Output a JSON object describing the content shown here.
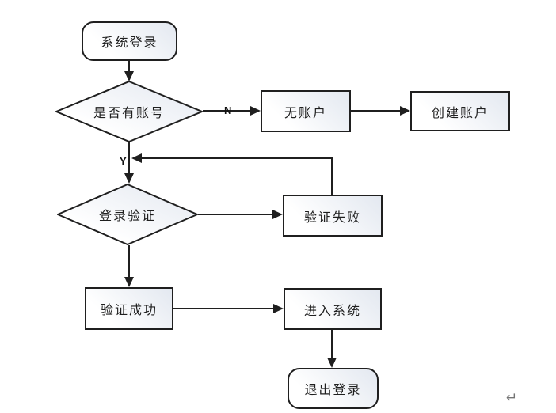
{
  "diagram": {
    "type": "flowchart",
    "nodes": {
      "start": {
        "label": "系统登录",
        "shape": "terminator"
      },
      "has_account": {
        "label": "是否有账号",
        "shape": "decision"
      },
      "no_account": {
        "label": "无账户",
        "shape": "process"
      },
      "create_account": {
        "label": "创建账户",
        "shape": "process"
      },
      "login_verify": {
        "label": "登录验证",
        "shape": "decision"
      },
      "verify_fail": {
        "label": "验证失败",
        "shape": "process"
      },
      "verify_success": {
        "label": "验证成功",
        "shape": "process"
      },
      "enter_system": {
        "label": "进入系统",
        "shape": "process"
      },
      "logout": {
        "label": "退出登录",
        "shape": "terminator"
      }
    },
    "edges": [
      {
        "from": "start",
        "to": "has_account",
        "label": ""
      },
      {
        "from": "has_account",
        "to": "no_account",
        "label": "N"
      },
      {
        "from": "no_account",
        "to": "create_account",
        "label": ""
      },
      {
        "from": "has_account",
        "to": "login_verify",
        "label": "Y"
      },
      {
        "from": "login_verify",
        "to": "verify_fail",
        "label": ""
      },
      {
        "from": "verify_fail",
        "to": "login_verify_entry",
        "label": ""
      },
      {
        "from": "login_verify",
        "to": "verify_success",
        "label": ""
      },
      {
        "from": "verify_success",
        "to": "enter_system",
        "label": ""
      },
      {
        "from": "enter_system",
        "to": "logout",
        "label": ""
      }
    ],
    "edge_labels": {
      "no": "N",
      "yes": "Y"
    },
    "return_mark": "↵",
    "colors": {
      "stroke": "#1f1f1f",
      "fill_shade": "#e3e8f0",
      "fill_light": "#ffffff",
      "background": "#ffffff",
      "return_mark": "#757575"
    }
  }
}
